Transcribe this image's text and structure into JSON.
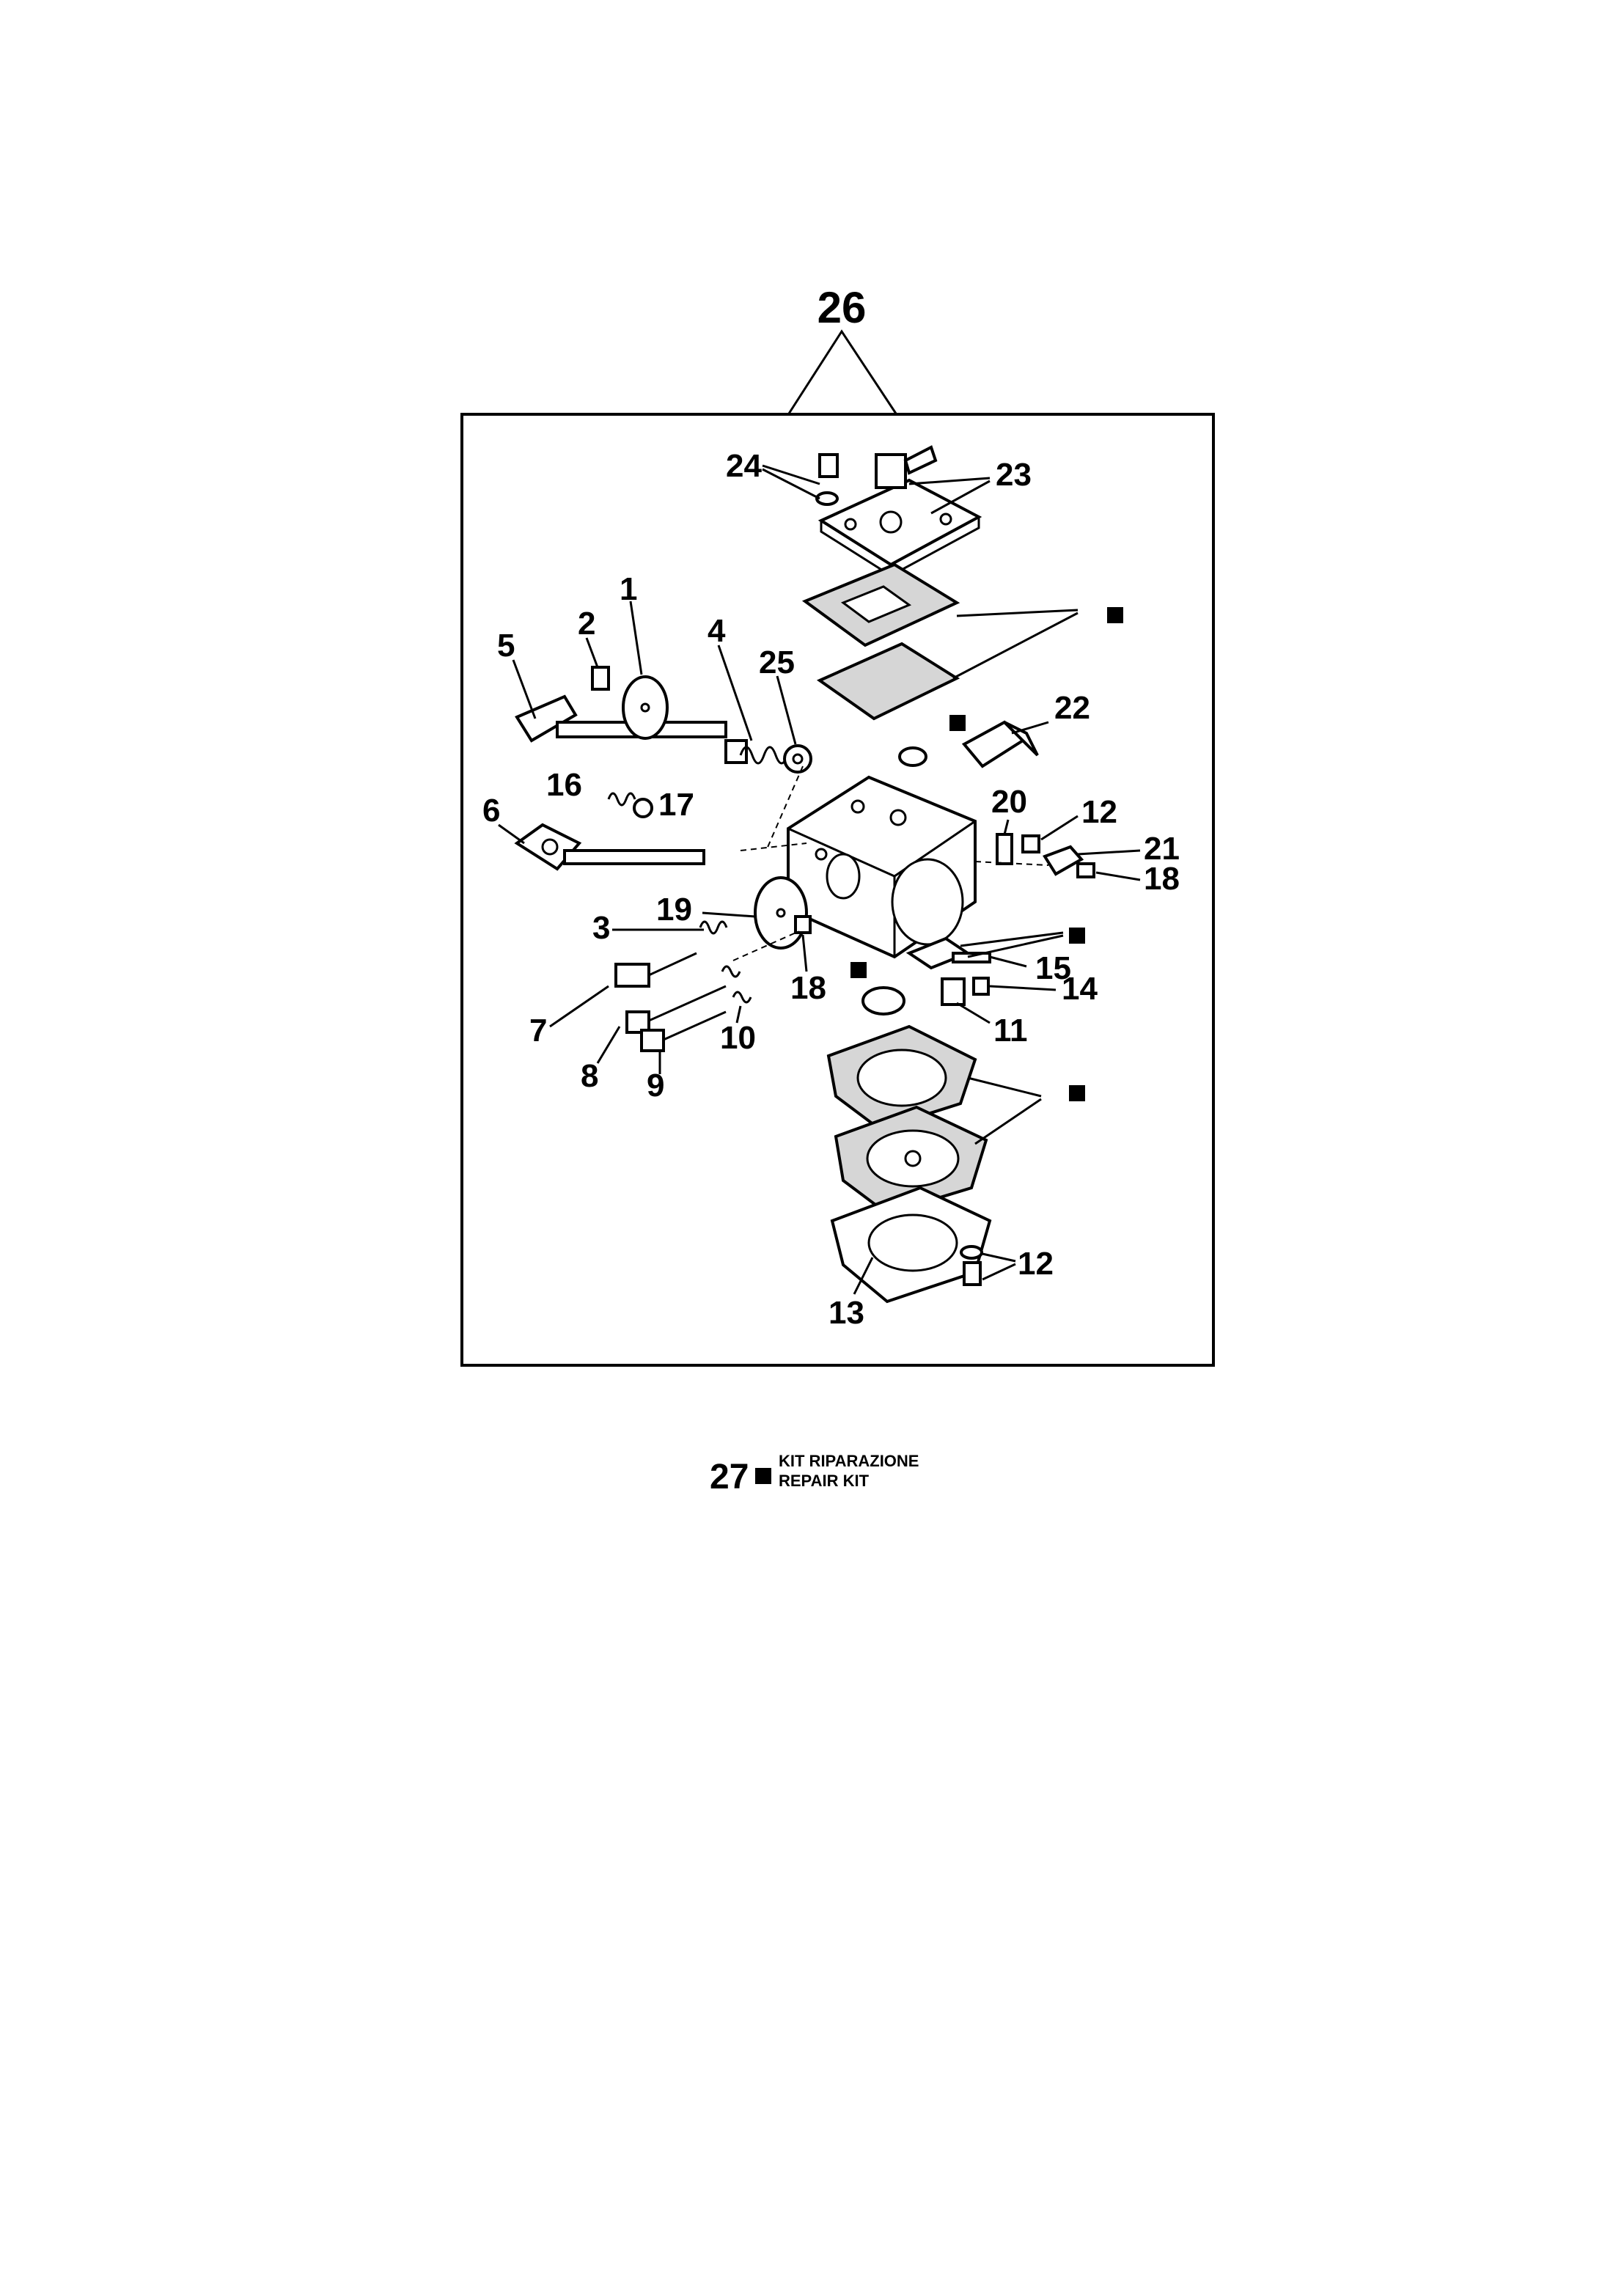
{
  "assembly_label": "26",
  "part_labels": {
    "p1": "1",
    "p2": "2",
    "p3": "3",
    "p4": "4",
    "p5": "5",
    "p6": "6",
    "p7": "7",
    "p8": "8",
    "p9": "9",
    "p10": "10",
    "p11": "11",
    "p12a": "12",
    "p12b": "12",
    "p13": "13",
    "p14": "14",
    "p15": "15",
    "p16": "16",
    "p17": "17",
    "p18a": "18",
    "p18b": "18",
    "p19": "19",
    "p20": "20",
    "p21": "21",
    "p22": "22",
    "p23": "23",
    "p24": "24",
    "p25": "25"
  },
  "kit": {
    "number": "27",
    "line1": "KIT RIPARAZIONE",
    "line2": "REPAIR KIT"
  }
}
